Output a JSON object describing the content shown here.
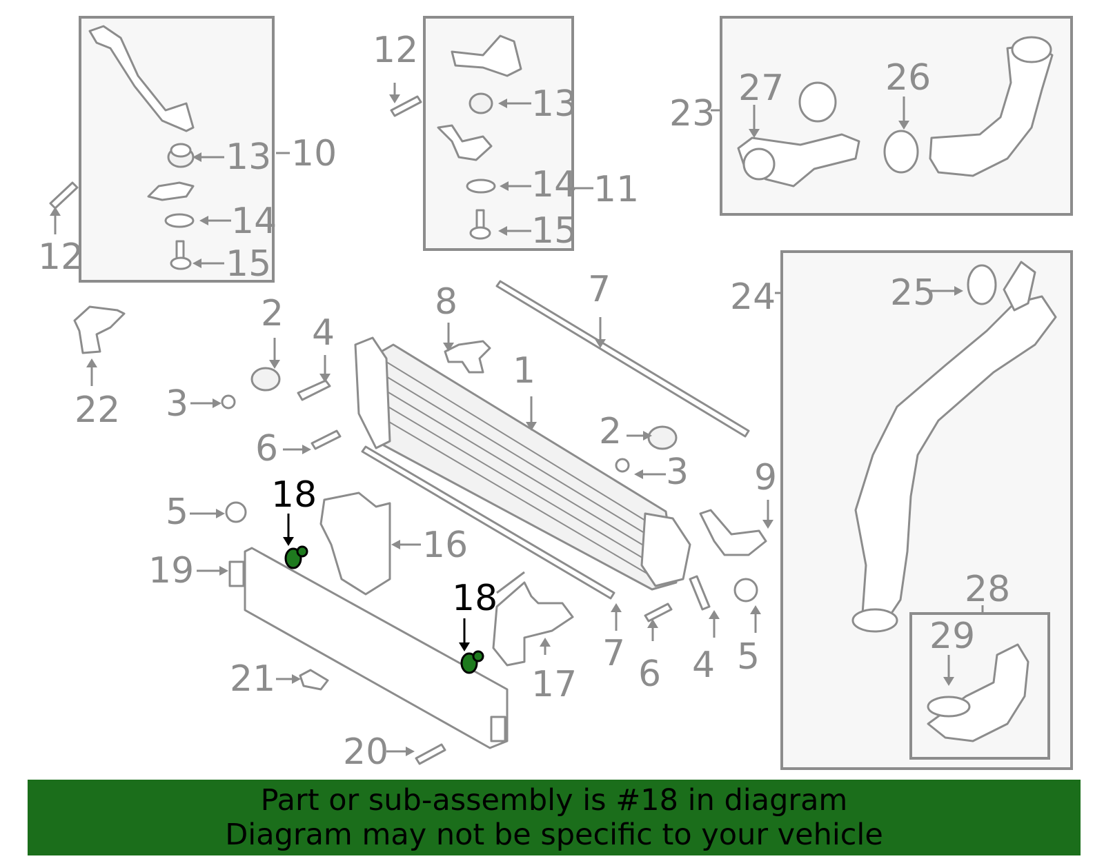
{
  "callouts": {
    "c1": "1",
    "c2a": "2",
    "c2b": "2",
    "c3a": "3",
    "c3b": "3",
    "c4a": "4",
    "c4b": "4",
    "c5a": "5",
    "c5b": "5",
    "c6a": "6",
    "c6b": "6",
    "c7a": "7",
    "c7b": "7",
    "c8": "8",
    "c9": "9",
    "c10": "10",
    "c11": "11",
    "c12a": "12",
    "c12b": "12",
    "c13a": "13",
    "c13b": "13",
    "c14a": "14",
    "c14b": "14",
    "c15a": "15",
    "c15b": "15",
    "c16": "16",
    "c17": "17",
    "c18a": "18",
    "c18b": "18",
    "c19": "19",
    "c20": "20",
    "c21": "21",
    "c22": "22",
    "c23": "23",
    "c24": "24",
    "c25": "25",
    "c26": "26",
    "c27": "27",
    "c28": "28",
    "c29": "29"
  },
  "highlight": {
    "part_number": "18",
    "color": "#1e7a1e"
  },
  "banner": {
    "line1": "Part or sub-assembly is #18 in diagram",
    "line2": "Diagram may not be specific to your vehicle",
    "background": "#1b6e1b"
  }
}
